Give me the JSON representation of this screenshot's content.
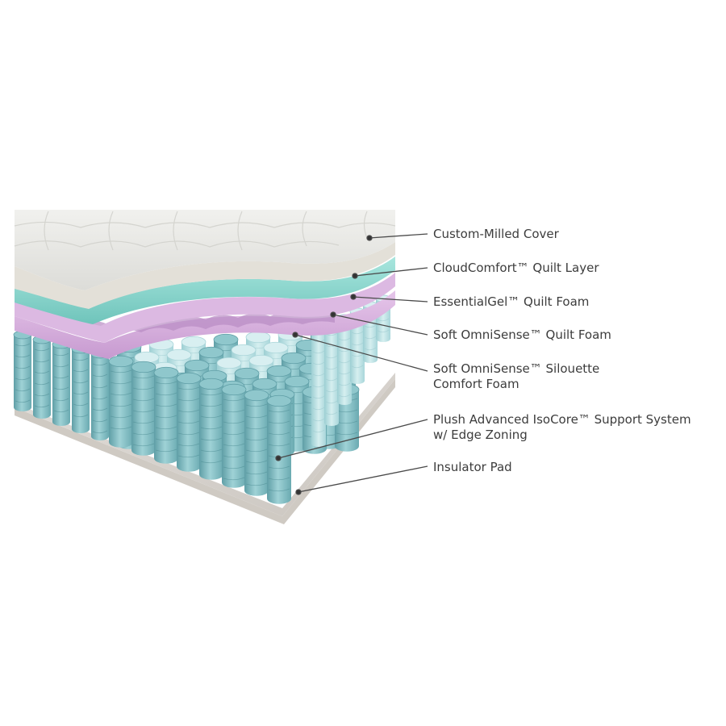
{
  "colors": {
    "cover": "#ededea",
    "cloud_layer": "#e6e3dc",
    "gel_layer": "#8fd9d0",
    "quilt_foam": "#dcb6e0",
    "silhouette_foam": "#cca4d6",
    "coil": "#86c2c8",
    "coil_light": "#b9e1e4",
    "insulator_pad": "#d8d4ce",
    "leader_line": "#4a4a4a",
    "label_text": "#3c3c3c"
  },
  "callouts": [
    {
      "id": "cover",
      "lines": [
        "Custom-Milled Cover"
      ]
    },
    {
      "id": "cloud",
      "lines": [
        "CloudComfort™ Quilt Layer"
      ]
    },
    {
      "id": "gel",
      "lines": [
        "EssentialGel™ Quilt Foam"
      ]
    },
    {
      "id": "omni-quilt",
      "lines": [
        "Soft OmniSense™ Quilt Foam"
      ]
    },
    {
      "id": "omni-silhouette",
      "lines": [
        "Soft OmniSense™ Silouette",
        "Comfort Foam"
      ]
    },
    {
      "id": "isocore",
      "lines": [
        "Plush Advanced IsoCore™ Support System",
        "w/ Edge Zoning"
      ]
    },
    {
      "id": "insulator",
      "lines": [
        "Insulator Pad"
      ]
    }
  ]
}
